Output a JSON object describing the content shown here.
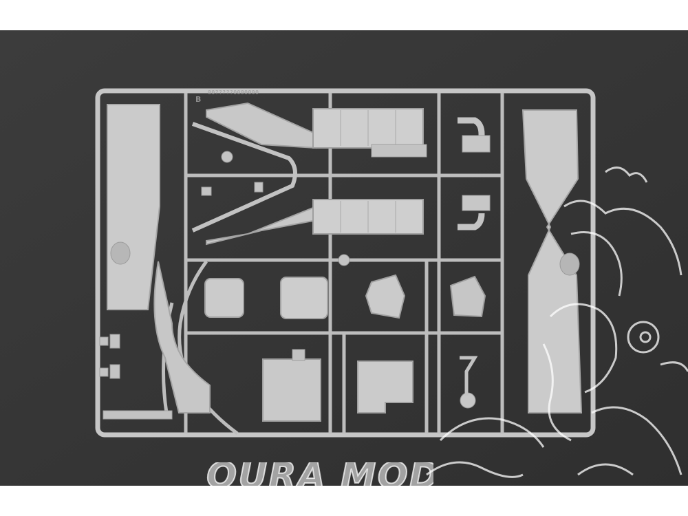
{
  "photo": {
    "subject": "plastic model kit sprue",
    "sprue_letter": "B",
    "sprue_code": "00?????0000000",
    "watermark_text": "OURA MODEL"
  },
  "colors": {
    "backdrop": "#3a3a3a",
    "plastic": "#c9c9c9",
    "plastic_shadow": "#9e9e9e",
    "watermark": "#ffffff"
  }
}
